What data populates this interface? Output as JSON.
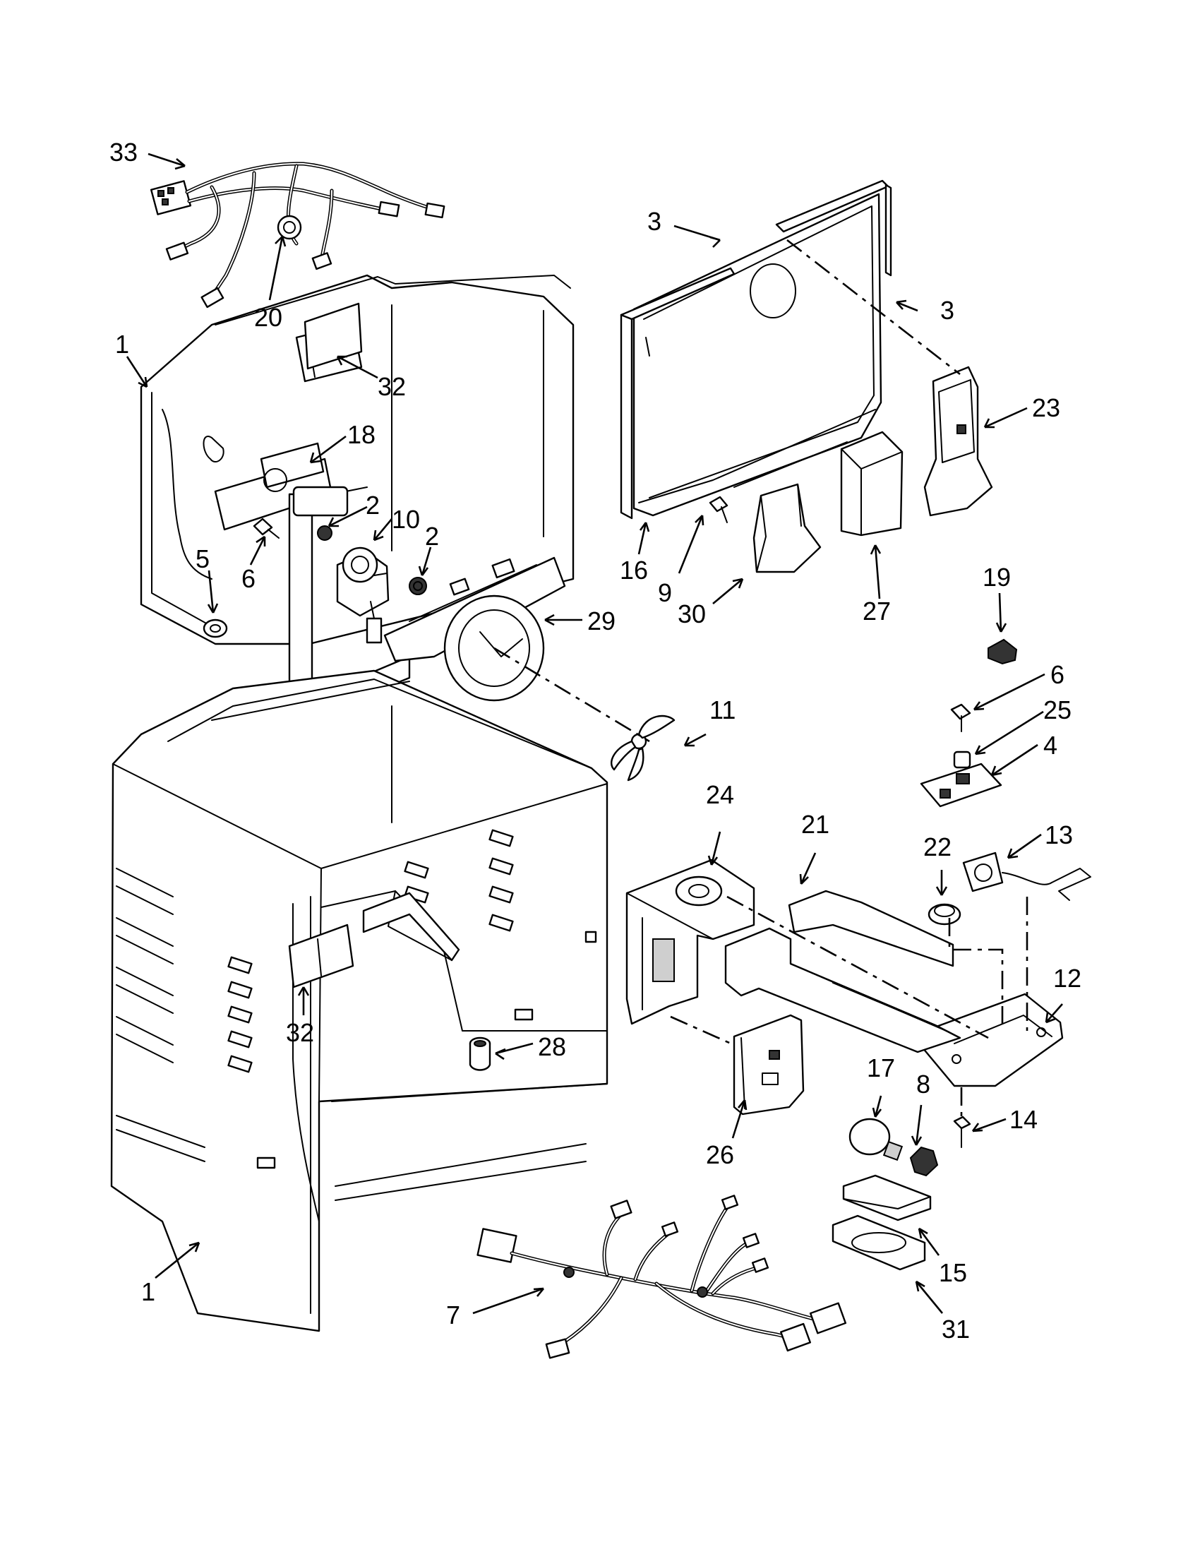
{
  "callouts": [
    {
      "id": "c33a",
      "num": "33"
    },
    {
      "id": "c20",
      "num": "20"
    },
    {
      "id": "c1a",
      "num": "1"
    },
    {
      "id": "c32a",
      "num": "32"
    },
    {
      "id": "c18",
      "num": "18"
    },
    {
      "id": "c2a",
      "num": "2"
    },
    {
      "id": "c10",
      "num": "10"
    },
    {
      "id": "c2b",
      "num": "2"
    },
    {
      "id": "c5",
      "num": "5"
    },
    {
      "id": "c6a",
      "num": "6"
    },
    {
      "id": "c29",
      "num": "29"
    },
    {
      "id": "c3a",
      "num": "3"
    },
    {
      "id": "c3b",
      "num": "3"
    },
    {
      "id": "c23",
      "num": "23"
    },
    {
      "id": "c16",
      "num": "16"
    },
    {
      "id": "c9",
      "num": "9"
    },
    {
      "id": "c30",
      "num": "30"
    },
    {
      "id": "c27",
      "num": "27"
    },
    {
      "id": "c19",
      "num": "19"
    },
    {
      "id": "c6b",
      "num": "6"
    },
    {
      "id": "c25",
      "num": "25"
    },
    {
      "id": "c4",
      "num": "4"
    },
    {
      "id": "c11",
      "num": "11"
    },
    {
      "id": "c24",
      "num": "24"
    },
    {
      "id": "c21",
      "num": "21"
    },
    {
      "id": "c22",
      "num": "22"
    },
    {
      "id": "c13",
      "num": "13"
    },
    {
      "id": "c12",
      "num": "12"
    },
    {
      "id": "c32b",
      "num": "32"
    },
    {
      "id": "c28",
      "num": "28"
    },
    {
      "id": "c17",
      "num": "17"
    },
    {
      "id": "c8",
      "num": "8"
    },
    {
      "id": "c14",
      "num": "14"
    },
    {
      "id": "c26",
      "num": "26"
    },
    {
      "id": "c15",
      "num": "15"
    },
    {
      "id": "c1b",
      "num": "1"
    },
    {
      "id": "c7",
      "num": "7"
    },
    {
      "id": "c31",
      "num": "31"
    }
  ]
}
